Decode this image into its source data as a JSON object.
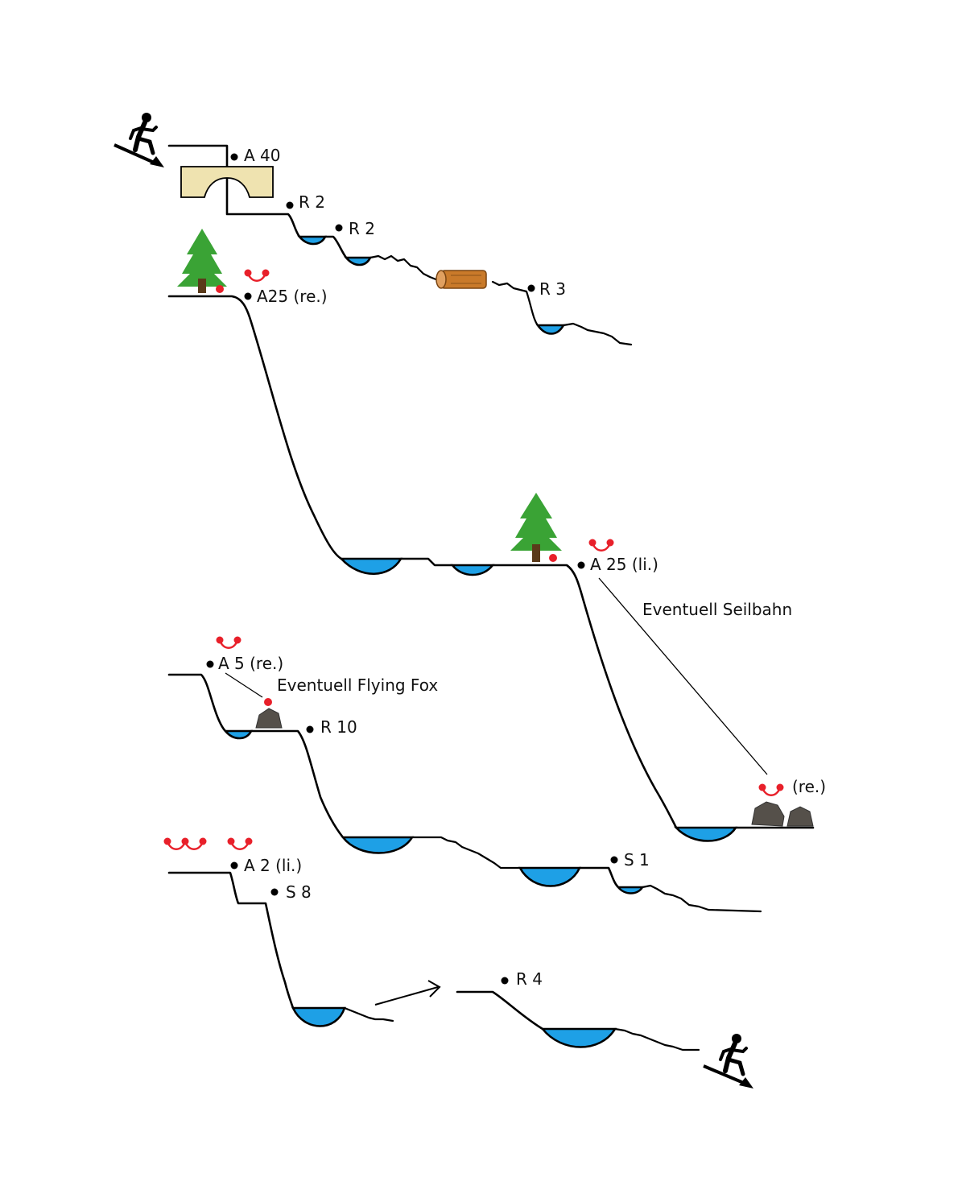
{
  "colors": {
    "water": "#1ea0e6",
    "anchor": "#e8202a",
    "tree": "#3aa335",
    "trunk": "#5a3a1a",
    "log": "#c97a2a",
    "rock": "#55504a",
    "bridge": "#efe3b0"
  },
  "icons": [
    "hiker-descent-icon",
    "stone-bridge-icon",
    "fir-tree-icon",
    "log-icon",
    "rock-icon",
    "anchor-chain-icon",
    "arrow-icon"
  ],
  "labels": {
    "a40": "A 40",
    "r2a": "R 2",
    "r2b": "R 2",
    "r3": "R 3",
    "a25re": "A25 (re.)",
    "a25li": "A 25 (li.)",
    "seilbahn": "Eventuell Seilbahn",
    "re": "(re.)",
    "a5": "A 5 (re.)",
    "flyingfox": "Eventuell Flying Fox",
    "r10": "R 10",
    "s1": "S 1",
    "a2": "A 2 (li.)",
    "s8": "S 8",
    "r4": "R 4"
  }
}
